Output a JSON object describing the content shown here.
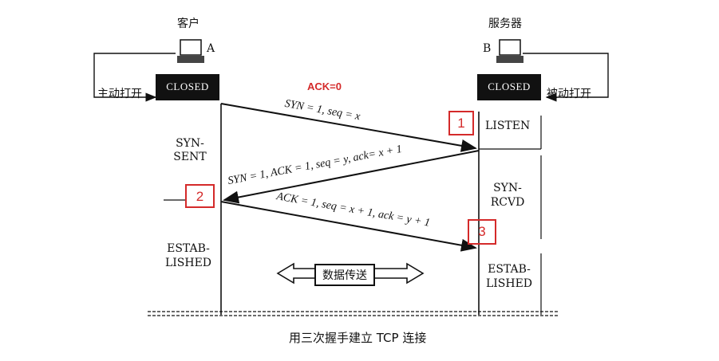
{
  "client": {
    "title": "客户",
    "letter": "A",
    "state": "CLOSED",
    "action": "主动打开",
    "syn_sent": [
      "SYN-",
      "SENT"
    ],
    "established": [
      "ESTAB-",
      "LISHED"
    ]
  },
  "server": {
    "title": "服务器",
    "letter": "B",
    "state": "CLOSED",
    "action": "被动打开",
    "listen": "LISTEN",
    "syn_rcvd": [
      "SYN-",
      "RCVD"
    ],
    "established": [
      "ESTAB-",
      "LISHED"
    ]
  },
  "messages": {
    "ack_zero": "ACK=0",
    "syn": "SYN = 1, seq = x",
    "syn_ack": "SYN = 1, ACK = 1, seq = y, ack= x + 1",
    "ack": "ACK = 1, seq = x + 1, ack = y + 1"
  },
  "markers": [
    "1",
    "2",
    "3"
  ],
  "data_transfer": "数据传送",
  "caption": "用三次握手建立 TCP 连接",
  "colors": {
    "highlight": "#d42a2a",
    "ink": "#111111"
  }
}
